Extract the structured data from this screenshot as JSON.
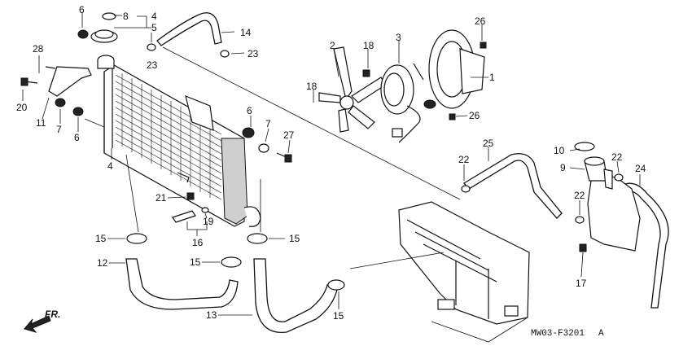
{
  "callouts": {
    "c1": "1",
    "c2": "2",
    "c3": "3",
    "c4a": "4",
    "c4b": "4",
    "c5": "5",
    "c6a": "6",
    "c6b": "6",
    "c6c": "6",
    "c7a": "7",
    "c7b": "7",
    "c8": "8",
    "c9": "9",
    "c10": "10",
    "c11": "11",
    "c12": "12",
    "c13": "13",
    "c14": "14",
    "c15a": "15",
    "c15b": "15",
    "c15c": "15",
    "c15d": "15",
    "c16": "16",
    "c17": "17",
    "c18a": "18",
    "c18b": "18",
    "c19": "19",
    "c20": "20",
    "c21": "21",
    "c22a": "22",
    "c22b": "22",
    "c22c": "22",
    "c23a": "23",
    "c23b": "23",
    "c24": "24",
    "c25": "25",
    "c26a": "26",
    "c26b": "26",
    "c27": "27",
    "c28": "28"
  },
  "direction_label": "FR.",
  "diagram_code": "MW03-F3201",
  "diagram_suffix": "A"
}
